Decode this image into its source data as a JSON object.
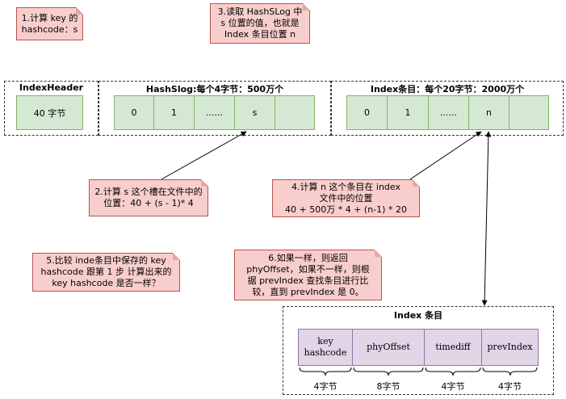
{
  "notes": {
    "n1": "1.计算 key 的\nhashcode：s",
    "n2": "2.计算 s 这个槽在文件中的\n位置：40 + (s - 1)* 4",
    "n3": "3.读取 HashSLog 中\ns 位置的值，也就是\nIndex 条目位置 n",
    "n4": "4.计算 n 这个条目在 index\n文件中的位置\n40 + 500万 * 4 + (n-1) * 20",
    "n5": "5.比较 inde条目中保存的 key\nhashcode 跟第 1 步 计算出来的\nkey hashcode 是否一样？",
    "n6": "6.如果一样，则返回\nphyOffset，如果不一样，则根\n据 prevIndex 查找条目进行比\n较，直到 prevIndex 是 0。"
  },
  "index_header": {
    "title": "IndexHeader",
    "cell": "40 字节"
  },
  "hash_slot": {
    "title": "HashSlog:每个4字节：500万个",
    "cells": [
      "0",
      "1",
      "......",
      "s",
      ""
    ]
  },
  "index_items": {
    "title": "Index条目：每个20字节：2000万个",
    "cells": [
      "0",
      "1",
      "......",
      "n",
      ""
    ]
  },
  "index_entry": {
    "title": "Index 条目",
    "fields": [
      "key\nhashcode",
      "phyOffset",
      "timediff",
      "prevIndex"
    ],
    "sizes": [
      "4字节",
      "8字节",
      "4字节",
      "4字节"
    ]
  }
}
